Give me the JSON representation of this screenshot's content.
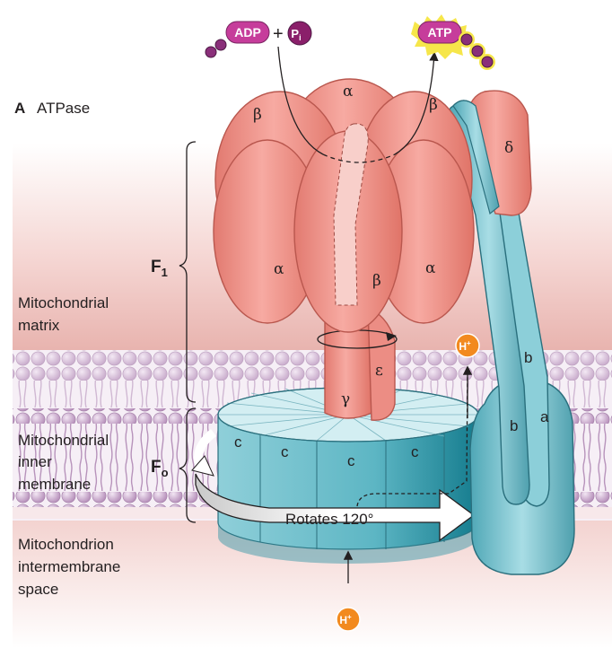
{
  "figure": {
    "panel_letter": "A",
    "panel_title": "ATPase"
  },
  "regions": {
    "matrix": [
      "Mitochondrial",
      "matrix"
    ],
    "inner_membrane": [
      "Mitochondrial",
      "inner",
      "membrane"
    ],
    "intermembrane": [
      "Mitochondrion",
      "intermembrane",
      "space"
    ]
  },
  "complex": {
    "f1_label": "F",
    "f1_sub": "1",
    "fo_label": "F",
    "fo_sub": "o",
    "subunits": {
      "alpha": "α",
      "beta": "β",
      "gamma": "γ",
      "delta": "δ",
      "epsilon": "ε",
      "b": "b",
      "a": "a",
      "c": "c"
    }
  },
  "reaction": {
    "adp": "ADP",
    "plus": "+",
    "pi_main": "P",
    "pi_sub": "i",
    "atp": "ATP"
  },
  "proton": {
    "main": "H",
    "sup": "+"
  },
  "rotation": {
    "label": "Rotates 120°"
  },
  "colors": {
    "f1_pink": "#f0958c",
    "f1_dark": "#d66a60",
    "teal": "#7cc4d0",
    "teal_dark": "#2f8a9a",
    "adp_magenta": "#c63d9b",
    "atp_yellow": "#f6e64a",
    "proton_orange": "#f28a1f",
    "lipid_head": "#c9a8cc"
  }
}
